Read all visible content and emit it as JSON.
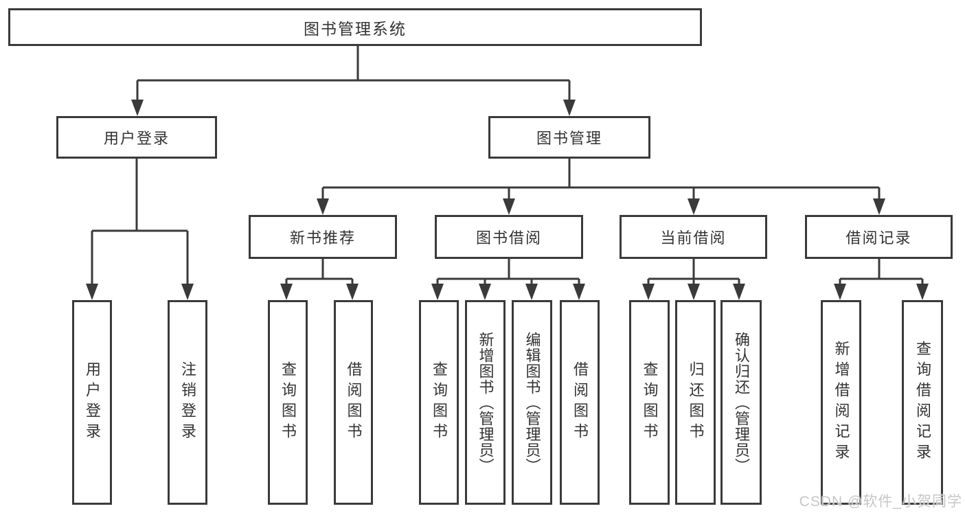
{
  "colors": {
    "line": "#3a3a3a",
    "node_border": "#3a3a3a",
    "node_text": "#333333",
    "background": "#ffffff",
    "watermark": "#c6c6c6"
  },
  "watermark": {
    "text": "CSDN @软件_小贺同学"
  },
  "tree": {
    "label": "图书管理系统",
    "children": [
      {
        "label": "用户登录",
        "children": [
          {
            "label": "用户登录"
          },
          {
            "label": "注销登录"
          }
        ]
      },
      {
        "label": "图书管理",
        "children": [
          {
            "label": "新书推荐",
            "children": [
              {
                "label": "查询图书"
              },
              {
                "label": "借阅图书"
              }
            ]
          },
          {
            "label": "图书借阅",
            "children": [
              {
                "label": "查询图书"
              },
              {
                "label": "新增图书（管理员）"
              },
              {
                "label": "编辑图书（管理员）"
              },
              {
                "label": "借阅图书"
              }
            ]
          },
          {
            "label": "当前借阅",
            "children": [
              {
                "label": "查询图书"
              },
              {
                "label": "归还图书"
              },
              {
                "label": "确认归还（管理员）"
              }
            ]
          },
          {
            "label": "借阅记录",
            "children": [
              {
                "label": "新增借阅记录"
              },
              {
                "label": "查询借阅记录"
              }
            ]
          }
        ]
      }
    ]
  }
}
